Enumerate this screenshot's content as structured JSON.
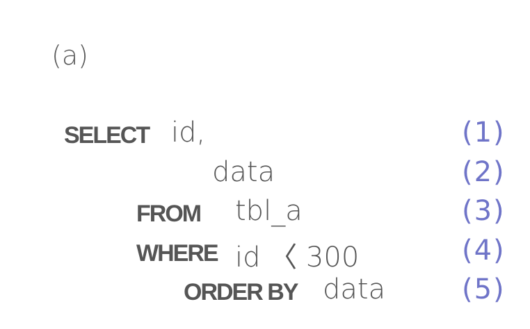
{
  "label": "(a)",
  "lines": [
    {
      "keyword": "SELECT",
      "value": "id,",
      "number": "(1)"
    },
    {
      "keyword": "",
      "value": "data",
      "number": "(2)"
    },
    {
      "keyword": "FROM",
      "value": "tbl_a",
      "number": "(3)"
    },
    {
      "keyword": "WHERE",
      "value": "id 〈 300",
      "number": "(4)"
    },
    {
      "keyword": "ORDER BY",
      "value": "data",
      "number": "(5)"
    }
  ],
  "colors": {
    "text": "#555555",
    "line_number": "#6f74c8"
  }
}
